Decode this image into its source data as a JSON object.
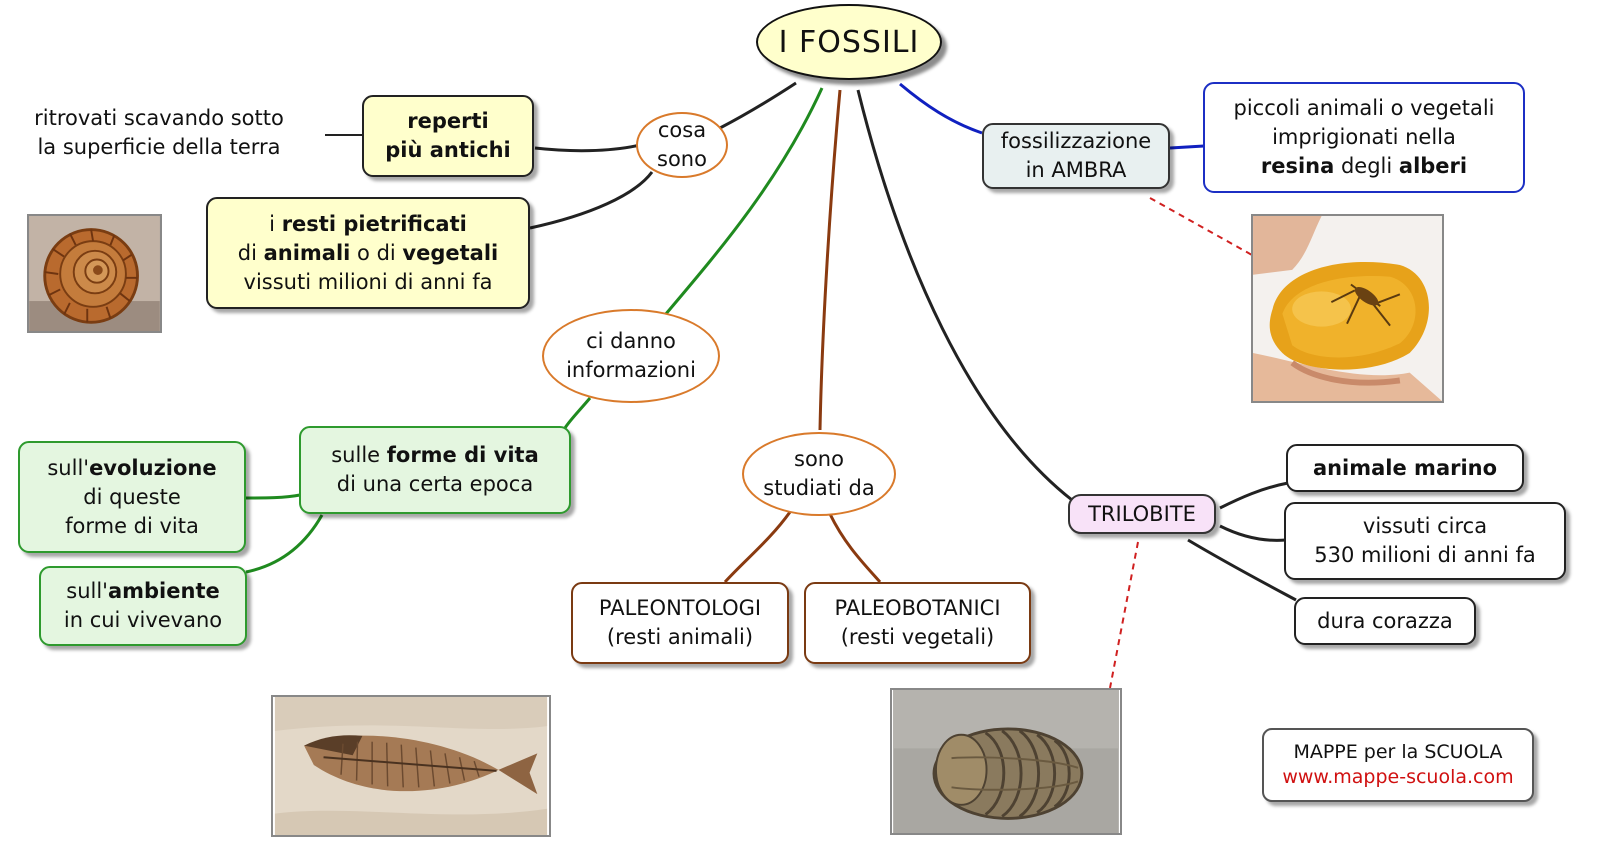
{
  "title": "I FOSSILI",
  "left": {
    "cosa_sono": [
      "cosa",
      "sono"
    ],
    "reperti": [
      "reperti",
      "più antichi"
    ],
    "ritrovati": [
      "ritrovati scavando sotto",
      "la superficie della terra"
    ],
    "resti": {
      "l1_a": "i ",
      "l1_b": "resti pietrificati",
      "l2_a": "di ",
      "l2_b": "animali",
      "l2_c": " o di ",
      "l2_d": "vegetali",
      "l3": "vissuti milioni di anni fa"
    }
  },
  "info": {
    "ci_danno": [
      "ci danno",
      "informazioni"
    ],
    "forme": {
      "l1_a": "sulle ",
      "l1_b": "forme di vita",
      "l2": "di una certa epoca"
    },
    "evoluzione": {
      "l1_a": "sull'",
      "l1_b": "evoluzione",
      "l2": "di queste",
      "l3": "forme di vita"
    },
    "ambiente": {
      "l1_a": "sull'",
      "l1_b": "ambiente",
      "l2": "in cui vivevano"
    }
  },
  "studiati": {
    "label": [
      "sono",
      "studiati da"
    ],
    "paleontologi": [
      "PALEONTOLOGI",
      "(resti animali)"
    ],
    "paleobotanici": [
      "PALEOBOTANICI",
      "(resti vegetali)"
    ]
  },
  "ambra": {
    "label": [
      "fossilizzazione",
      "in AMBRA"
    ],
    "desc": {
      "l1": "piccoli animali o vegetali",
      "l2": "imprigionati nella",
      "l3_a": "resina",
      "l3_b": " degli ",
      "l3_c": "alberi"
    }
  },
  "trilobite": {
    "label": "TRILOBITE",
    "marino": "animale marino",
    "vissuti": [
      "vissuti circa",
      "530 milioni di anni fa"
    ],
    "corazza": "dura corazza"
  },
  "credit": {
    "name": "MAPPE per la SCUOLA",
    "url": "www.mappe-scuola.com"
  },
  "photos": [
    "ammonite-photo",
    "amber-insect-photo",
    "fish-fossil-photo",
    "trilobite-photo"
  ],
  "colors": {
    "black_link": "#222222",
    "green_link": "#1f8a1f",
    "brown_link": "#8a3a10",
    "blue_link": "#1020c0",
    "dashed_link": "#d02020"
  }
}
